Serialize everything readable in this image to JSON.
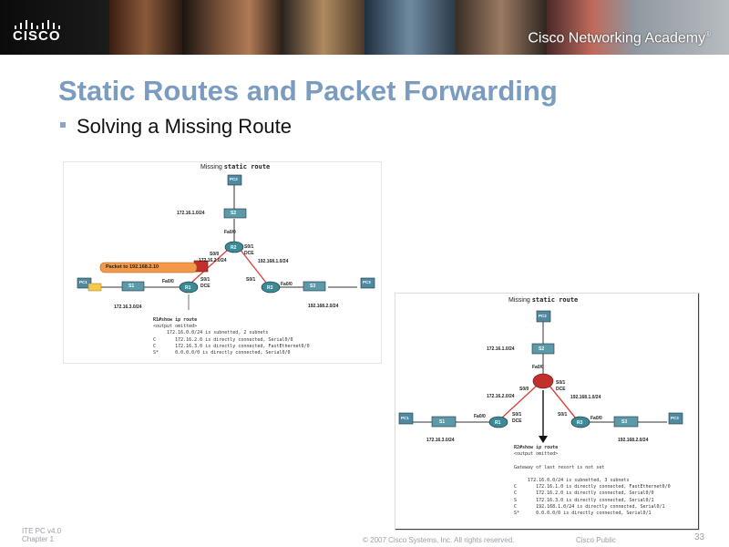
{
  "header": {
    "logo_text": "CISCO",
    "academy_text": "Cisco Networking Academy",
    "academy_mark": "®"
  },
  "slide": {
    "title": "Static Routes and Packet Forwarding",
    "bullet": "Solving a Missing Route"
  },
  "figure1": {
    "title_prefix": "Missing ",
    "title_mono": "static route",
    "packet_label": "Packet to 192.168.2.10",
    "labels": {
      "pc2": "PC2",
      "pc1": "PC1",
      "pc3": "PC3",
      "s2": "S2",
      "s1": "S1",
      "s3": "S3",
      "r2": "R2",
      "r1": "R1",
      "r3": "R3",
      "net_top": "172.16.1.0/24",
      "net_left": "172.16.2.0/24",
      "net_right": "192.168.1.0/24",
      "net_bl": "172.16.3.0/24",
      "net_br": "192.168.2.0/24",
      "fa00_top": "Fa0/0",
      "s00_r2": "S0/0",
      "s01_r2": "S0/1",
      "dce_r2": "DCE",
      "fa00_r1": "Fa0/0",
      "s01_r1": "S0/1",
      "dce_r1": "DCE",
      "s01_r3": "S0/1",
      "fa00_r3": "Fa0/0"
    },
    "cli": [
      {
        "text": "R1#show ip route",
        "bold": true
      },
      {
        "text": "<output omitted>",
        "bold": false
      },
      {
        "text": "     172.16.0.0/24 is subnetted, 2 subnets",
        "bold": false
      },
      {
        "text": "C       172.16.2.0 is directly connected, Serial0/0",
        "bold": false
      },
      {
        "text": "C       172.16.3.0 is directly connected, FastEthernet0/0",
        "bold": false
      },
      {
        "text": "S*      0.0.0.0/0 is directly connected, Serial0/0",
        "bold": false
      }
    ]
  },
  "figure2": {
    "title_prefix": "Missing ",
    "title_mono": "static route",
    "labels": {
      "pc2": "PC2",
      "pc1": "PC1",
      "pc3": "PC3",
      "s2": "S2",
      "s1": "S1",
      "s3": "S3",
      "r1": "R1",
      "r3": "R3",
      "net_top": "172.16.1.0/24",
      "net_left": "172.16.2.0/24",
      "net_right": "192.168.1.0/24",
      "net_bl": "172.16.3.0/24",
      "net_br": "192.168.2.0/24",
      "fa00_top": "Fa0/0",
      "s00_r2": "S0/0",
      "s01_r2": "S0/1",
      "dce_r2": "DCE",
      "fa00_r1": "Fa0/0",
      "s01_r1": "S0/1",
      "dce_r1": "DCE",
      "s01_r3": "S0/1",
      "fa00_r3": "Fa0/0"
    },
    "cli": [
      {
        "text": "R2#show ip route",
        "bold": true
      },
      {
        "text": "<output omitted>",
        "bold": false
      },
      {
        "text": "",
        "bold": false
      },
      {
        "text": "Gateway of last resort is not set",
        "bold": false
      },
      {
        "text": "",
        "bold": false
      },
      {
        "text": "     172.16.0.0/24 is subnetted, 3 subnets",
        "bold": false
      },
      {
        "text": "C       172.16.1.0 is directly connected, FastEthernet0/0",
        "bold": false
      },
      {
        "text": "C       172.16.2.0 is directly connected, Serial0/0",
        "bold": false
      },
      {
        "text": "S       172.16.3.0 is directly connected, Serial0/1",
        "bold": false
      },
      {
        "text": "C       192.168.1.0/24 is directly connected, Serial0/1",
        "bold": false
      },
      {
        "text": "S*      0.0.0.0/0 is directly connected, Serial0/1",
        "bold": false
      }
    ]
  },
  "footer": {
    "course_line1": "ITE PC v4.0",
    "course_line2": "Chapter 1",
    "copyright": "© 2007 Cisco Systems, Inc. All rights reserved.",
    "classification": "Cisco Public",
    "page_number": "33"
  },
  "colors": {
    "title": "#7a9cc0",
    "link_serial": "#d9473f",
    "packet_label_bg": "#f29a4a",
    "router": "#3b8a96",
    "router_failed": "#c2302c"
  }
}
